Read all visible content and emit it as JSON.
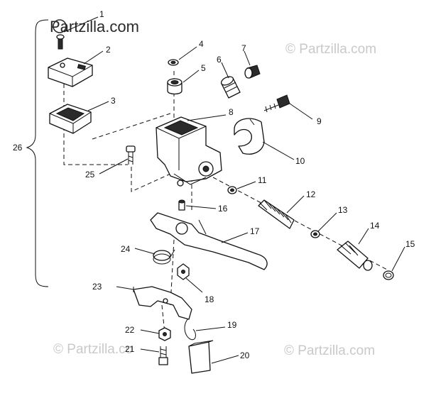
{
  "watermark": {
    "brand": "Partzilla.com",
    "faded": "© Partzilla.com",
    "faded_short": "© Partzilla.co"
  },
  "callouts": [
    "1",
    "2",
    "3",
    "4",
    "5",
    "6",
    "7",
    "8",
    "9",
    "10",
    "11",
    "12",
    "13",
    "14",
    "15",
    "16",
    "17",
    "18",
    "19",
    "20",
    "21",
    "22",
    "23",
    "24",
    "25",
    "26"
  ],
  "colors": {
    "ink": "#111111",
    "watermark": "#c9c9c9",
    "background": "#ffffff"
  }
}
